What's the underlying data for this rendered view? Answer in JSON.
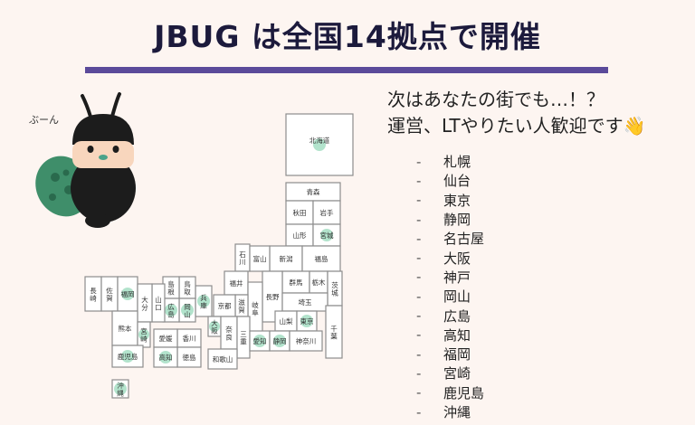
{
  "title": "JBUG は全国14拠点で開催",
  "speech": "ぶーん",
  "headline": {
    "line1": "次はあなたの街でも…！？",
    "line2": "運営、LTやりたい人歓迎です👋"
  },
  "cities": [
    "札幌",
    "仙台",
    "東京",
    "静岡",
    "名古屋",
    "大阪",
    "神戸",
    "岡山",
    "広島",
    "高知",
    "福岡",
    "宮崎",
    "鹿児島",
    "沖縄"
  ],
  "map": {
    "prefectures": {
      "hokkaido": "北海道",
      "aomori": "青森",
      "akita": "秋田",
      "iwate": "岩手",
      "yamagata": "山形",
      "miyagi": "宮城",
      "niigata": "新潟",
      "fukushima": "福島",
      "ishikawa": "石川",
      "toyama": "富山",
      "fukui": "福井",
      "gunma": "群馬",
      "tochigi": "栃木",
      "ibaraki": "茨城",
      "nagano": "長野",
      "gifu": "岐阜",
      "saitama": "埼玉",
      "shiga": "滋賀",
      "kyoto": "京都",
      "yamanashi": "山梨",
      "tokyo": "東京",
      "chiba": "千葉",
      "hyogo": "兵庫",
      "osaka": "大阪",
      "nara": "奈良",
      "mie": "三重",
      "aichi": "愛知",
      "shizuoka": "静岡",
      "kanagawa": "神奈川",
      "wakayama": "和歌山",
      "tottori": "鳥取",
      "shimane": "島根",
      "okayama": "岡山",
      "hiroshima": "広島",
      "yamaguchi": "山口",
      "kagawa": "香川",
      "tokushima": "徳島",
      "ehime": "愛媛",
      "kochi": "高知",
      "nagasaki": "長崎",
      "saga": "佐賀",
      "fukuoka": "福岡",
      "oita": "大分",
      "kumamoto": "熊本",
      "miyazaki": "宮崎",
      "kagoshima": "鹿児島",
      "okinawa": "沖縄"
    },
    "highlighted": [
      "hokkaido",
      "miyagi",
      "tokyo",
      "shizuoka",
      "aichi",
      "osaka",
      "hyogo",
      "okayama",
      "hiroshima",
      "kochi",
      "fukuoka",
      "miyazaki",
      "kagoshima",
      "okinawa"
    ],
    "highlight_color": "#9fdcbf"
  }
}
